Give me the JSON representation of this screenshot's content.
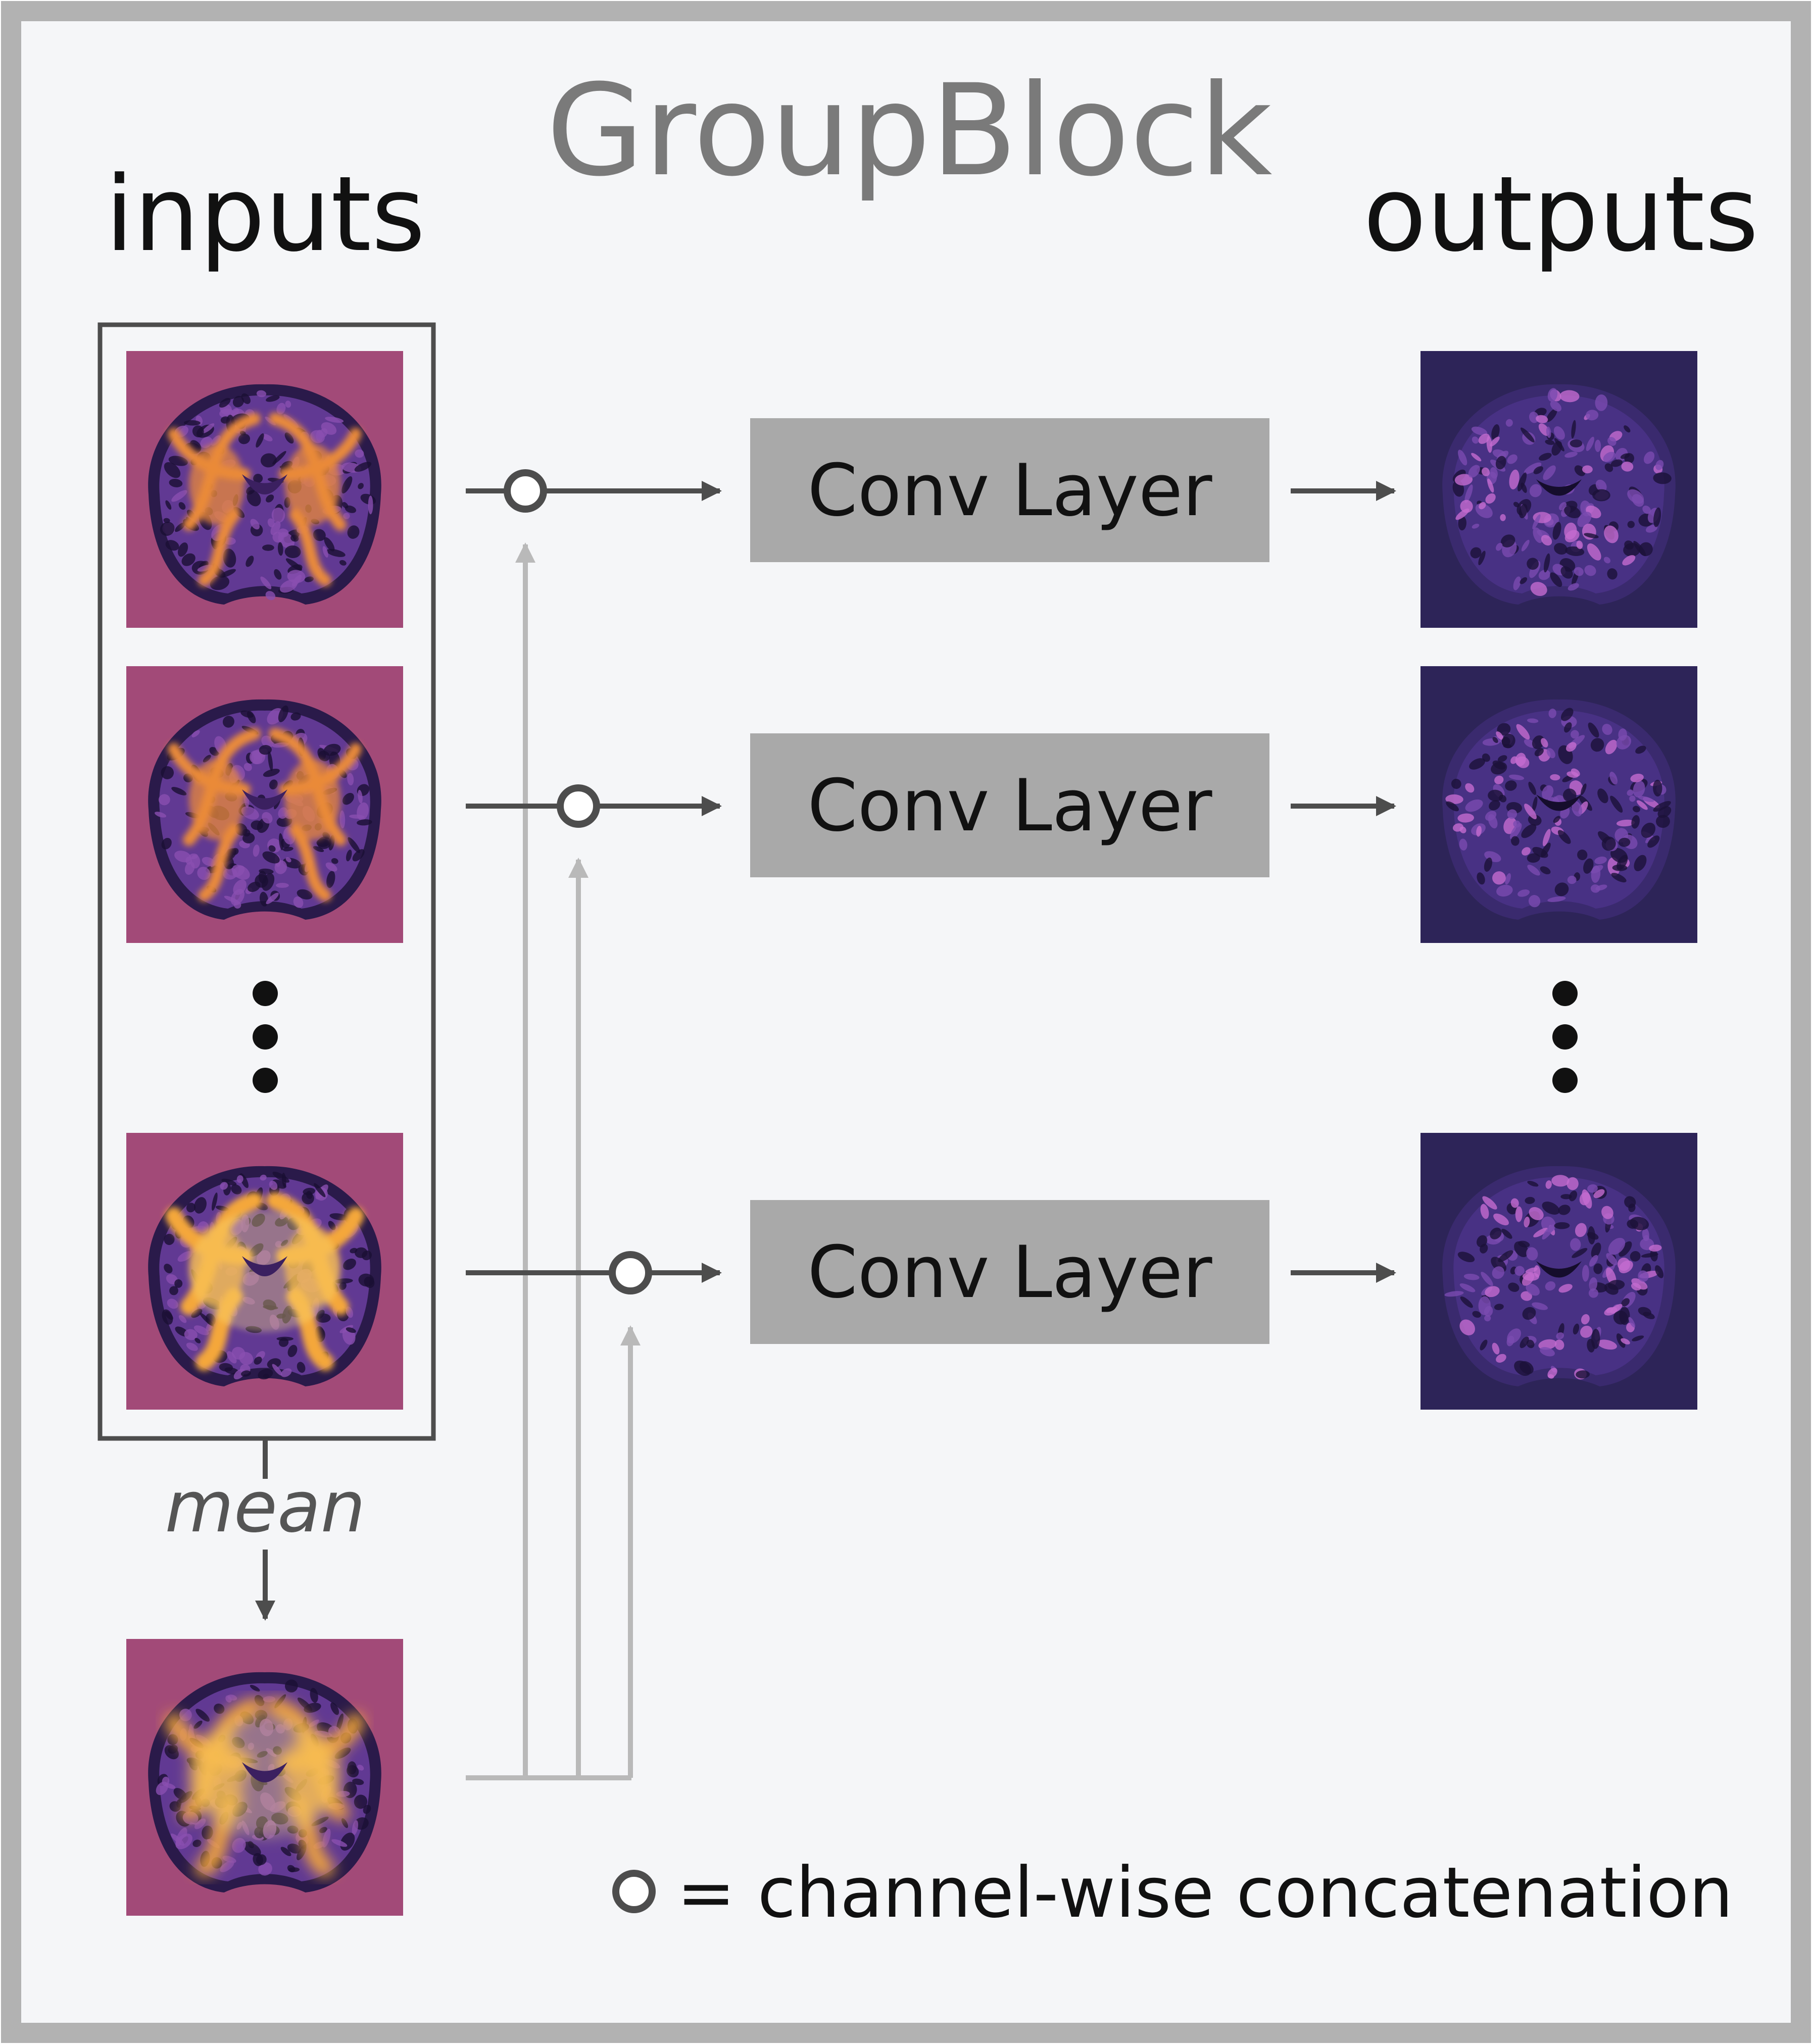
{
  "diagram": {
    "title": "GroupBlock",
    "inputs_label": "inputs",
    "outputs_label": "outputs",
    "mean_label": "mean",
    "layers": [
      {
        "label": "Conv Layer"
      },
      {
        "label": "Conv Layer"
      },
      {
        "label": "Conv Layer"
      }
    ],
    "ellipsis": "⋮",
    "legend": {
      "symbol": "circle-icon",
      "text": "= channel-wise concatenation"
    }
  },
  "colors": {
    "frame_border": "#b2b2b2",
    "background": "#f5f6f8",
    "title": "#7a7a7a",
    "text": "#111111",
    "box_fill": "#a9a9a9",
    "dark_arrow": "#4d4d4d",
    "light_arrow": "#b9b9b9",
    "input_bg": "#a24a78",
    "output_bg": "#2d2458",
    "brain_dark": "#2a1a4a",
    "brain_mid": "#6b3fa0",
    "brain_bright": "#f4a73b",
    "brain_hot": "#fde27a"
  },
  "images": {
    "input_images": [
      "brain-scan-input-1",
      "brain-scan-input-2",
      "brain-scan-input-3"
    ],
    "mean_image": "brain-scan-mean",
    "output_images": [
      "brain-scan-output-1",
      "brain-scan-output-2",
      "brain-scan-output-3"
    ]
  }
}
